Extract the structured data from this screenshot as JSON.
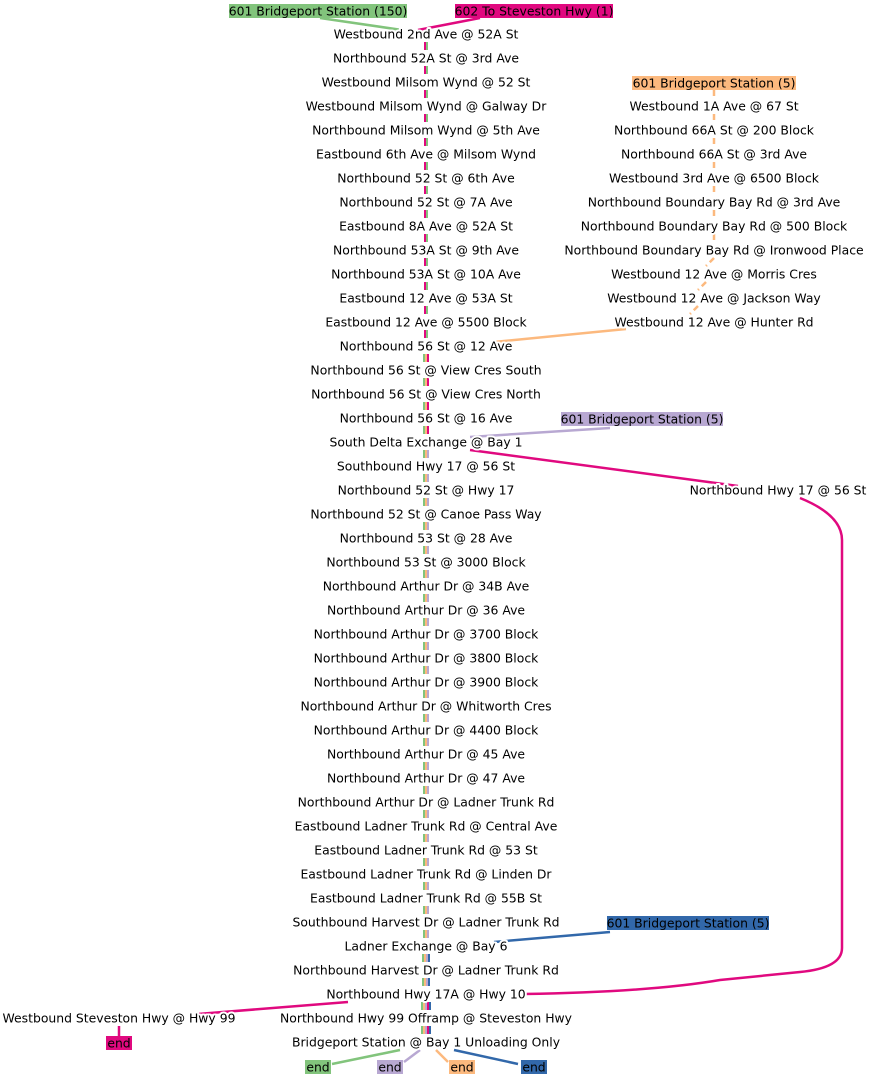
{
  "colors": {
    "green": "#82c47c",
    "magenta": "#e0097f",
    "orange": "#fcb97e",
    "purple": "#b8a8d2",
    "blue": "#3268aa"
  },
  "routes": [
    {
      "key": "green",
      "label": "601 Bridgeport Station (150)"
    },
    {
      "key": "magenta",
      "label": "602 To Steveston Hwy (1)"
    },
    {
      "key": "orange",
      "label": "601 Bridgeport Station (5)"
    },
    {
      "key": "purple",
      "label": "601 Bridgeport Station (5)"
    },
    {
      "key": "blue",
      "label": "601 Bridgeport Station (5)"
    }
  ],
  "main_stops": [
    "Westbound 2nd Ave @ 52A St",
    "Northbound 52A St @ 3rd Ave",
    "Westbound Milsom Wynd @ 52 St",
    "Westbound Milsom Wynd @ Galway Dr",
    "Northbound Milsom Wynd @ 5th Ave",
    "Eastbound 6th Ave @ Milsom Wynd",
    "Northbound 52 St @ 6th Ave",
    "Northbound 52 St @ 7A Ave",
    "Eastbound 8A Ave @ 52A St",
    "Northbound 53A St @ 9th Ave",
    "Northbound 53A St @ 10A Ave",
    "Eastbound 12 Ave @ 53A St",
    "Eastbound 12 Ave @ 5500 Block",
    "Northbound 56 St @ 12 Ave",
    "Northbound 56 St @ View Cres South",
    "Northbound 56 St @ View Cres North",
    "Northbound 56 St @ 16 Ave",
    "South Delta Exchange @ Bay 1",
    "Southbound Hwy 17 @ 56 St",
    "Northbound 52 St @ Hwy 17",
    "Northbound 52 St @ Canoe Pass Way",
    "Northbound 53 St @ 28 Ave",
    "Northbound 53 St @ 3000 Block",
    "Northbound Arthur Dr @ 34B Ave",
    "Northbound Arthur Dr @ 36 Ave",
    "Northbound Arthur Dr @ 3700 Block",
    "Northbound Arthur Dr @ 3800 Block",
    "Northbound Arthur Dr @ 3900 Block",
    "Northbound Arthur Dr @ Whitworth Cres",
    "Northbound Arthur Dr @ 4400 Block",
    "Northbound Arthur Dr @ 45 Ave",
    "Northbound Arthur Dr @ 47 Ave",
    "Northbound Arthur Dr @ Ladner Trunk Rd",
    "Eastbound Ladner Trunk Rd @ Central Ave",
    "Eastbound Ladner Trunk Rd @ 53 St",
    "Eastbound Ladner Trunk Rd @ Linden Dr",
    "Eastbound Ladner Trunk Rd @ 55B St",
    "Southbound Harvest Dr @ Ladner Trunk Rd",
    "Ladner Exchange @ Bay 6",
    "Northbound Harvest Dr @ Ladner Trunk Rd",
    "Northbound Hwy 17A @ Hwy 10",
    "Northbound Hwy 99 Offramp @ Steveston Hwy",
    "Bridgeport Station @ Bay 1 Unloading Only"
  ],
  "branch_stops": [
    "Westbound 1A Ave @ 67 St",
    "Northbound 66A St @ 200 Block",
    "Northbound 66A St @ 3rd Ave",
    "Westbound 3rd Ave @ 6500 Block",
    "Northbound Boundary Bay Rd @ 3rd Ave",
    "Northbound Boundary Bay Rd @ 500 Block",
    "Northbound Boundary Bay Rd @ Ironwood Place",
    "Westbound 12 Ave @ Morris Cres",
    "Westbound 12 Ave @ Jackson Way",
    "Westbound 12 Ave @ Hunter Rd"
  ],
  "side_stops": {
    "hwy17": "Northbound Hwy 17 @ 56 St",
    "steveston": "Westbound Steveston Hwy @ Hwy 99"
  },
  "end_label": "end"
}
